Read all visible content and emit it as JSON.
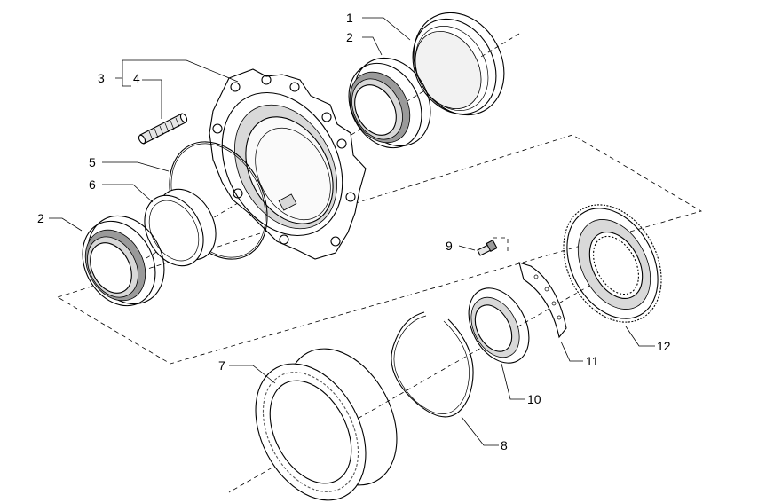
{
  "diagram": {
    "callouts": [
      {
        "id": "c1",
        "label": "1"
      },
      {
        "id": "c2a",
        "label": "2"
      },
      {
        "id": "c2b",
        "label": "2"
      },
      {
        "id": "c3",
        "label": "3"
      },
      {
        "id": "c4",
        "label": "4"
      },
      {
        "id": "c5",
        "label": "5"
      },
      {
        "id": "c6",
        "label": "6"
      },
      {
        "id": "c7",
        "label": "7"
      },
      {
        "id": "c8",
        "label": "8"
      },
      {
        "id": "c9",
        "label": "9"
      },
      {
        "id": "c10",
        "label": "10"
      },
      {
        "id": "c11",
        "label": "11"
      },
      {
        "id": "c12",
        "label": "12"
      }
    ]
  }
}
